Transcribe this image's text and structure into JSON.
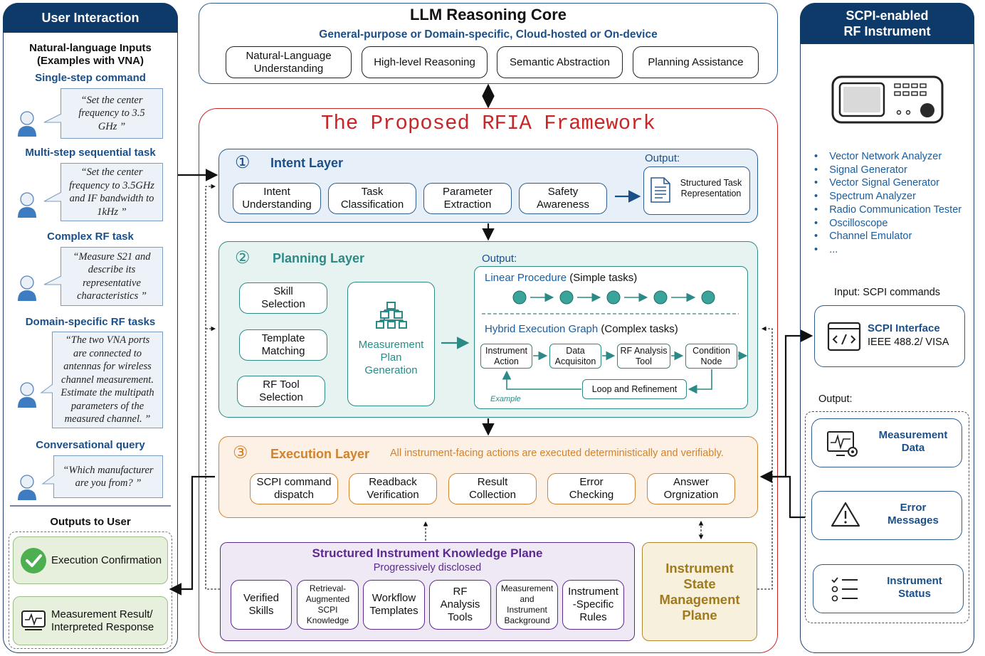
{
  "left": {
    "title": "User Interaction",
    "inputs_heading": "Natural-language Inputs",
    "inputs_sub": "(Examples with VNA)",
    "sections": [
      {
        "title": "Single-step command",
        "lines": [
          "“Set the center",
          "frequency to 3.5",
          "GHz ”"
        ]
      },
      {
        "title": "Multi-step sequential task",
        "lines": [
          "“Set the center",
          "frequency to 3.5GHz",
          "and  IF bandwidth to",
          "1kHz ”"
        ]
      },
      {
        "title": "Complex RF task",
        "lines": [
          "“Measure S21  and",
          "describe its",
          "representative",
          "characteristics ”"
        ]
      },
      {
        "title": "Domain-specific RF tasks",
        "lines": [
          "“The two VNA ports",
          "are connected to",
          "antennas for wireless",
          "channel measurement.",
          "Estimate the multipath",
          "parameters of the",
          "measured channel. ”"
        ]
      },
      {
        "title": "Conversational query",
        "lines": [
          "“Which manufacturer",
          "are you from? ”"
        ]
      }
    ],
    "outputs_heading": "Outputs to User",
    "outputs": [
      "Execution Confirmation",
      "Measurement Result/",
      "Interpreted Response"
    ]
  },
  "core": {
    "title": "LLM Reasoning Core",
    "subtitle": "General-purpose or Domain-specific, Cloud-hosted or On-device",
    "chips": [
      "Natural-Language",
      "Understanding",
      "High-level Reasoning",
      "Semantic Abstraction",
      "Planning Assistance"
    ]
  },
  "framework": {
    "title": "The Proposed RFIA Framework",
    "intent": {
      "num": "①",
      "title": "Intent Layer",
      "output_label": "Output:",
      "chips": [
        [
          "Intent",
          "Understanding"
        ],
        [
          "Task",
          "Classification"
        ],
        [
          "Parameter",
          "Extraction"
        ],
        [
          "Safety",
          "Awareness"
        ]
      ],
      "output": [
        "Structured Task",
        "Representation"
      ]
    },
    "planning": {
      "num": "②",
      "title": "Planning Layer",
      "output_label": "Output:",
      "chips": [
        [
          "Skill",
          "Selection"
        ],
        [
          "Template",
          "Matching"
        ],
        [
          "RF Tool",
          "Selection"
        ]
      ],
      "center": [
        "Measurement",
        "Plan",
        "Generation"
      ],
      "linear_label": "Linear Procedure",
      "linear_paren": "(Simple tasks)",
      "hybrid_label": "Hybrid Execution Graph",
      "hybrid_paren": "(Complex tasks)",
      "nodes": [
        [
          "Instrument",
          "Action"
        ],
        [
          "Data",
          "Acquisiton"
        ],
        [
          "RF Analysis",
          "Tool"
        ],
        [
          "Condition",
          "Node"
        ]
      ],
      "loop": "Loop and Refinement",
      "example": "Example"
    },
    "execution": {
      "num": "③",
      "title": "Execution Layer",
      "note": "All instrument-facing actions are executed deterministically and verifiably.",
      "chips": [
        [
          "SCPI command",
          "dispatch"
        ],
        [
          "Readback",
          "Verification"
        ],
        [
          "Result",
          "Collection"
        ],
        [
          "Error",
          "Checking"
        ],
        [
          "Answer",
          "Orgnization"
        ]
      ]
    },
    "knowledge": {
      "title": "Structured Instrument Knowledge Plane",
      "subtitle": "Progressively disclosed",
      "chips": [
        [
          "Verified",
          "Skills"
        ],
        [
          "Retrieval-",
          "Augmented",
          "SCPI",
          "Knowledge"
        ],
        [
          "Workflow",
          "Templates"
        ],
        [
          "RF",
          "Analysis",
          "Tools"
        ],
        [
          "Measurement",
          "and",
          "Instrument",
          "Background"
        ],
        [
          "Instrument",
          "-Specific",
          "Rules"
        ]
      ]
    },
    "state": [
      "Instrument",
      "State",
      "Management",
      "Plane"
    ]
  },
  "right": {
    "title_line1": "SCPI-enabled",
    "title_line2": "RF Instrument",
    "instruments": [
      "Vector Network Analyzer",
      "Signal Generator",
      "Vector Signal Generator",
      "Spectrum Analyzer",
      "Radio Communication Tester",
      "Oscilloscope",
      "Channel Emulator",
      "..."
    ],
    "input_label": "Input: SCPI commands",
    "interface_title": "SCPI Interface",
    "interface_sub": "IEEE 488.2/ VISA",
    "output_label": "Output:",
    "outputs": [
      [
        "Measurement",
        "Data"
      ],
      [
        "Error",
        "Messages"
      ],
      [
        "Instrument",
        "Status"
      ]
    ]
  },
  "colors": {
    "navy": "#0e3a6a",
    "blue": "#2f5d8f",
    "teal": "#2b8a86",
    "orange": "#d3822c",
    "purple": "#5c2a8f",
    "gold": "#b08a2a",
    "red": "#c62828"
  }
}
